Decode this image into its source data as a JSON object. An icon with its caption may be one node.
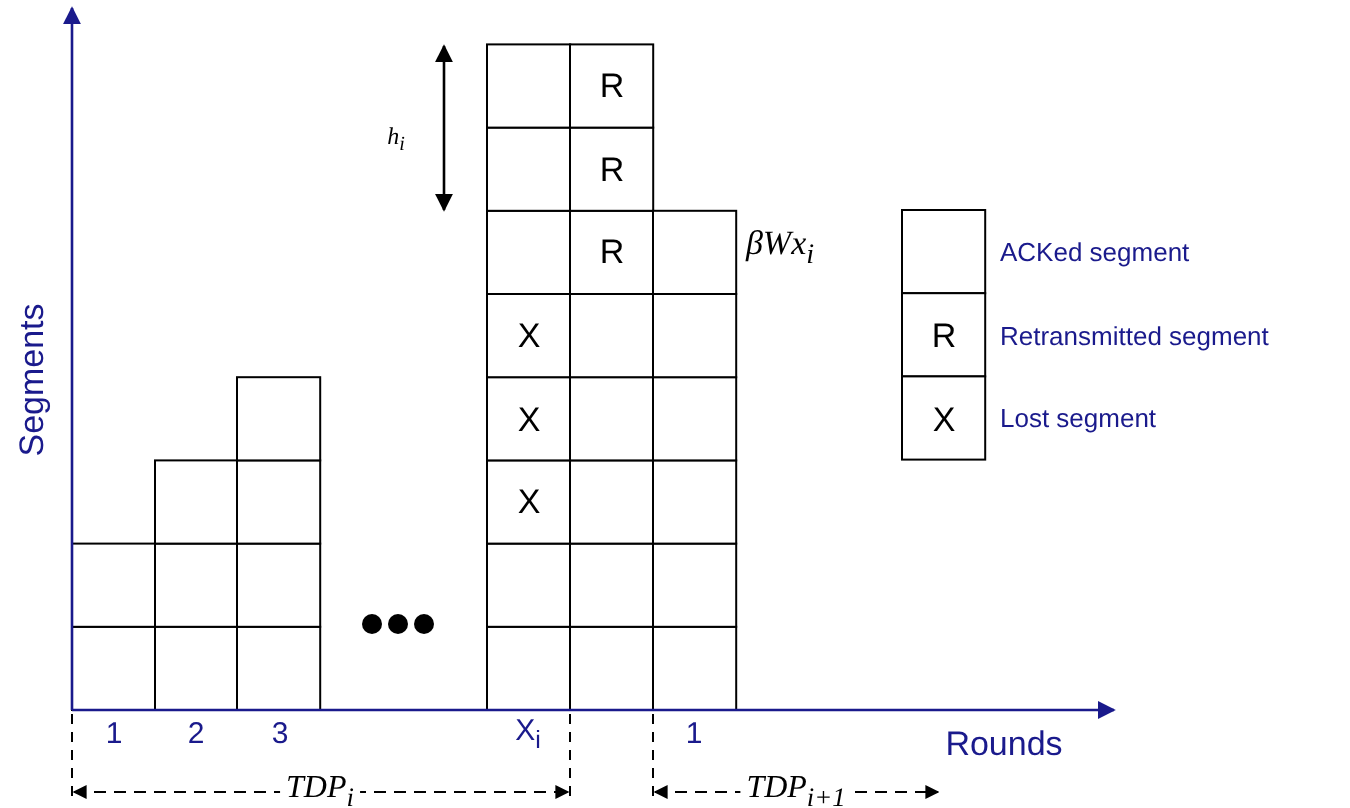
{
  "diagram": {
    "labels": [
      "h$_{i}$",
      "R",
      "R",
      "R",
      "βWx$_{i}$",
      "X",
      "X",
      "X",
      "Segments",
      "1",
      "2",
      "3",
      "X$_{i}$",
      "1",
      "Rounds",
      "TDP$_{i}$",
      "TDP$_{i+1}$",
      "R",
      "X"
    ],
    "legend": [
      {
        "text": "ACKed segment"
      },
      {
        "text": "Retransmitted segment"
      },
      {
        "text": "Lost segment"
      }
    ]
  }
}
